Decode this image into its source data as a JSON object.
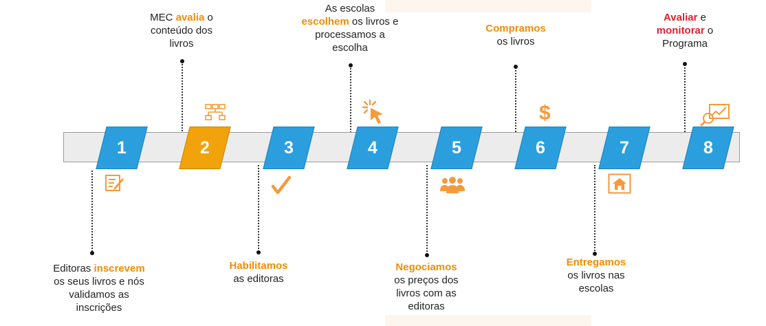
{
  "steps": [
    {
      "number": "1"
    },
    {
      "number": "2"
    },
    {
      "number": "3"
    },
    {
      "number": "4"
    },
    {
      "number": "5"
    },
    {
      "number": "6"
    },
    {
      "number": "7"
    },
    {
      "number": "8"
    }
  ],
  "labels": {
    "step1": {
      "before": "Editoras ",
      "highlight": "inscrevem",
      "after_line1": "",
      "rest": [
        "os seus livros e nós",
        "validamos as",
        "inscrições"
      ]
    },
    "step2": {
      "before": "MEC ",
      "highlight": "avalia",
      "after_line1": " o",
      "rest": [
        "conteúdo dos",
        "livros"
      ]
    },
    "step3": {
      "before": "",
      "highlight": "Habilitamos",
      "after_line1": "",
      "rest": [
        "as editoras"
      ]
    },
    "step4": {
      "line0": "As escolas",
      "before": "",
      "highlight": "escolhem",
      "after_line1": " os livros e",
      "rest": [
        "processamos a",
        "escolha"
      ]
    },
    "step5": {
      "before": "",
      "highlight": "Negociamos",
      "after_line1": "",
      "rest": [
        "os preços dos",
        "livros com as",
        "editoras"
      ]
    },
    "step6": {
      "before": "",
      "highlight": "Compramos",
      "after_line1": "",
      "rest": [
        "os livros"
      ]
    },
    "step7": {
      "before": "",
      "highlight": "Entregamos",
      "after_line1": "",
      "rest": [
        "os livros nas",
        "escolas"
      ]
    },
    "step8": {
      "before": "",
      "highlight": "Avaliar",
      "after_line1": " e",
      "line1b_highlight": "monitorar",
      "line1b_after": " o",
      "rest": [
        "Programa"
      ]
    }
  },
  "icons": {
    "step1": "form-edit-icon",
    "step2": "network-icon",
    "step3": "checkmark-icon",
    "step4": "click-cursor-icon",
    "step5": "people-group-icon",
    "step6": "dollar-icon",
    "step7": "house-icon",
    "step8": "analytics-chart-icon"
  },
  "dollar_symbol": "$",
  "colors": {
    "step_blue": "#2b9fde",
    "step_orange": "#f2a20a",
    "highlight_orange": "#f28c00",
    "highlight_red": "#e3202a",
    "icon_orange": "#f59a3a"
  }
}
